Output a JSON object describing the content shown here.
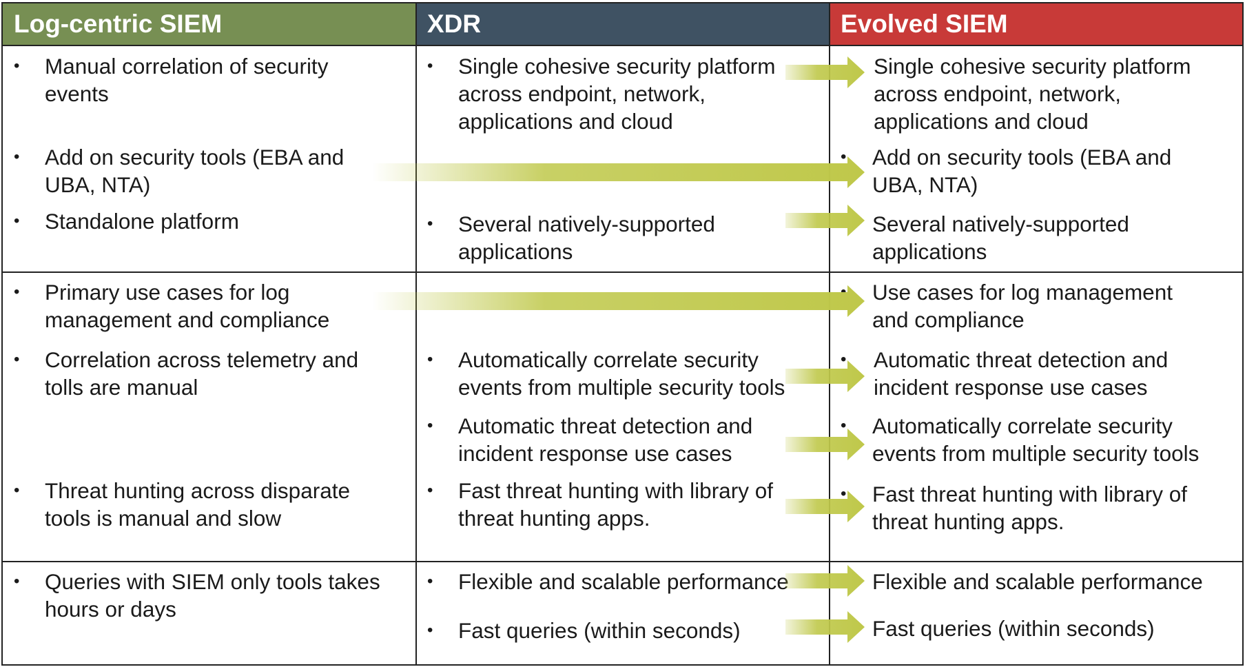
{
  "colors": {
    "log_centric_header": "#778f53",
    "xdr_header": "#3f5263",
    "evolved_header": "#c83a38",
    "arrow": "#bfc84a",
    "grid": "#222222"
  },
  "columns": [
    {
      "key": "log_centric",
      "title": "Log-centric SIEM"
    },
    {
      "key": "xdr",
      "title": "XDR"
    },
    {
      "key": "evolved",
      "title": "Evolved SIEM"
    }
  ],
  "bullet_glyph": "•",
  "cells": {
    "log_centric": [
      {
        "lines": [
          "Manual correlation of security",
          "events"
        ]
      },
      {
        "lines": [
          "Add on security tools (EBA and",
          "UBA, NTA)"
        ]
      },
      {
        "lines": [
          "Standalone platform"
        ]
      },
      {
        "lines": [
          "Primary use cases for log",
          "management and compliance"
        ]
      },
      {
        "lines": [
          "Correlation across telemetry and",
          "tolls are manual"
        ]
      },
      {
        "lines": [
          "Threat hunting across disparate",
          "tools is manual and slow"
        ]
      },
      {
        "lines": [
          "Queries with SIEM only tools takes",
          "hours or days"
        ]
      }
    ],
    "xdr": [
      {
        "lines": [
          "Single cohesive security platform",
          "across endpoint, network,",
          "applications and cloud"
        ]
      },
      {
        "lines": [
          "Several natively-supported",
          "applications"
        ]
      },
      {
        "lines": [
          "Automatically correlate security",
          "events from multiple security tools"
        ]
      },
      {
        "lines": [
          "Automatic threat detection and",
          "incident response use cases"
        ]
      },
      {
        "lines": [
          "Fast threat hunting with library of",
          "threat hunting apps."
        ]
      },
      {
        "lines": [
          "Flexible and scalable performance"
        ]
      },
      {
        "lines": [
          "Fast queries (within seconds)"
        ]
      }
    ],
    "evolved": [
      {
        "lines": [
          "Single cohesive security platform",
          "across endpoint, network,",
          "applications and cloud"
        ]
      },
      {
        "lines": [
          "Add on security tools (EBA and",
          "UBA, NTA)"
        ]
      },
      {
        "lines": [
          "Several natively-supported",
          "applications"
        ]
      },
      {
        "lines": [
          "Use cases for log management",
          "and compliance"
        ]
      },
      {
        "lines": [
          "Automatic threat detection and",
          "incident response use cases"
        ]
      },
      {
        "lines": [
          "Automatically correlate security",
          "events from multiple security tools"
        ]
      },
      {
        "lines": [
          "Fast threat hunting with library of",
          "threat hunting apps."
        ]
      },
      {
        "lines": [
          "Flexible and scalable performance"
        ]
      },
      {
        "lines": [
          "Fast queries (within seconds)"
        ]
      }
    ]
  }
}
